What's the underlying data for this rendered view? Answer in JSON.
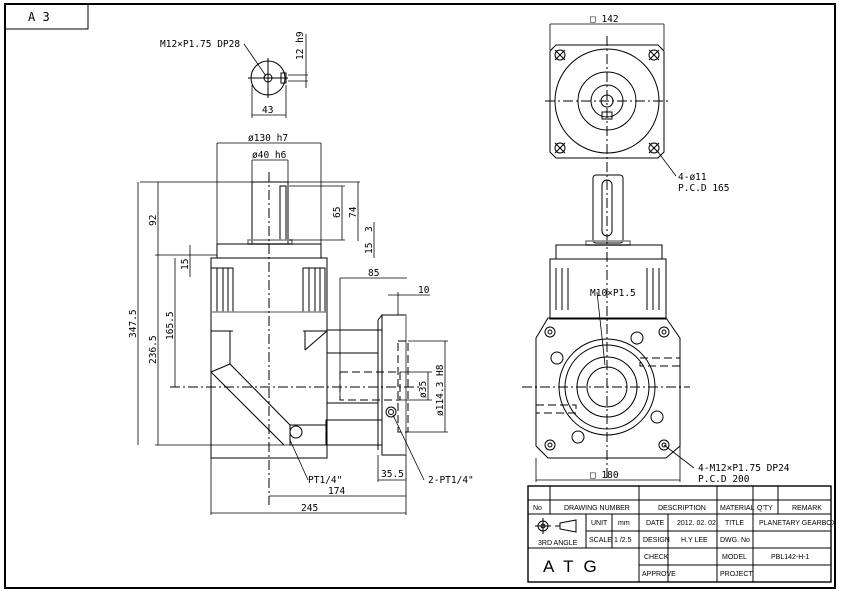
{
  "sheet": {
    "size_label": "A 3"
  },
  "top_view": {
    "thread_note": "M12×P1.75 DP28",
    "key_width": "12 h9",
    "shaft_offset": "43"
  },
  "side_view": {
    "dims": {
      "pilot_dia": "ø130 h7",
      "shaft_dia": "ø40 h6",
      "shaft_len": "92",
      "key_len": "65",
      "shaft_full": "74",
      "shoulder": "3",
      "flange_thk_right": "15",
      "flange_thk_left": "15",
      "overall_h": "347.5",
      "body_h": "236.5",
      "mid_h": "165.5",
      "out_len": "85",
      "out_lip": "10",
      "bore_dia": "ø35",
      "bore_pilot": "ø114.3 H8",
      "flange_w": "35.5",
      "center_to_face": "174",
      "overall_w": "245"
    },
    "notes": {
      "port_left": "PT1/4\"",
      "port_right": "2-PT1/4\""
    }
  },
  "front_view": {
    "square_top": "□ 142",
    "hole_note_1": "4-ø11",
    "pcd_1": "P.C.D 165",
    "tap_note": "M10×P1.5",
    "square_bottom": "□ 180",
    "hole_note_2": "4-M12×P1.75 DP24",
    "pcd_2": "P.C.D 200"
  },
  "title_block": {
    "headers": {
      "no": "No",
      "drawing_number": "DRAWING NUMBER",
      "description": "DESCRIPTION",
      "material": "MATERIAL",
      "qty": "Q'TY",
      "remark": "REMARK"
    },
    "projection": "3RD ANGLE",
    "unit_label": "UNIT",
    "unit_value": "mm",
    "scale_label": "SCALE",
    "scale_value": "1 /2.5",
    "date_label": "DATE",
    "date_value": "2012. 02. 02",
    "design_label": "DESIGN",
    "design_value": "H.Y LEE",
    "check_label": "CHECK",
    "check_value": "",
    "approve_label": "APPROVE",
    "approve_value": "",
    "title_label": "TITLE",
    "title_value": "PLANETARY GEARBOX",
    "dwg_label": "DWG. No",
    "dwg_value": "",
    "model_label": "MODEL",
    "model_value": "PBL142-H-1",
    "project_label": "PROJECT",
    "project_value": "",
    "company": "ATG"
  }
}
